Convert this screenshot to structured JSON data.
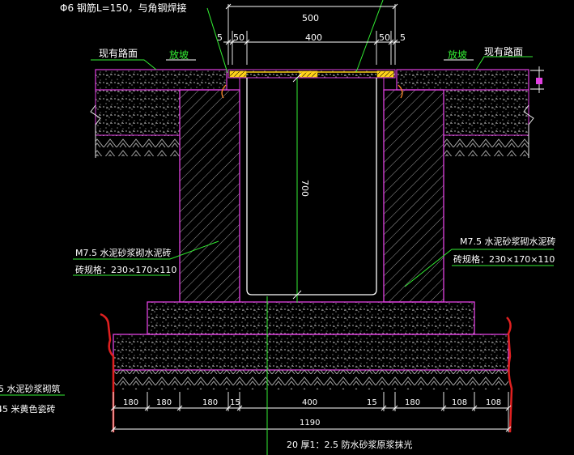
{
  "colors": {
    "background": "#000000",
    "outline": "#e040e0",
    "dimension": "#ffffff",
    "leader": "#33ee33",
    "label": "#ffffff",
    "accent_yellow": "#ffd21a",
    "cut_line": "#e02020",
    "hatch": "#bbbbbb"
  },
  "labels": {
    "rebar_note": "Φ6 钢筋L=150，与角钢焊接",
    "road_left": "现有路面",
    "road_right": "现有路面",
    "slope_left": "放坡",
    "slope_right": "放坡",
    "mortar_left_1": "M7.5  水泥砂浆砌水泥砖",
    "mortar_left_2": "砖规格：230×170×110",
    "mortar_right_1": "M7.5  水泥砂浆砌水泥砖",
    "mortar_right_2": "砖规格：230×170×110",
    "left_note_1": "5  水泥砂浆砌筑",
    "left_note_2": "45  米黄色瓷砖",
    "bottom_note": "20 厚1：2.5 防水砂浆原浆抹光"
  },
  "dimensions": {
    "top_total": "500",
    "top_five_left": "5",
    "top_fifty_left": "50",
    "top_inner": "400",
    "top_fifty_right": "50",
    "top_five_right": "5",
    "depth": "700",
    "bottom_segments": [
      "180",
      "180",
      "180",
      "15",
      "400",
      "15",
      "180",
      "108",
      "108"
    ],
    "bottom_total": "1190"
  }
}
